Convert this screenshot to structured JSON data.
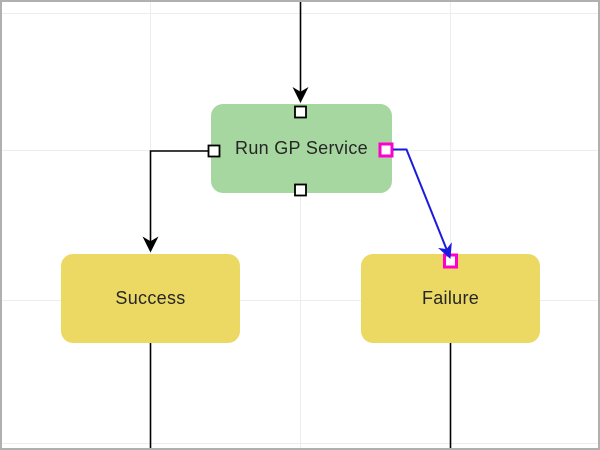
{
  "canvas": {
    "background_color": "#ffffff",
    "frame_border_color": "#b0b0b0",
    "grid_line_color": "#ededed"
  },
  "nodes": {
    "run_gp_service": {
      "label": "Run GP Service",
      "fill": "#a7d7a0",
      "text_color": "#262626"
    },
    "success": {
      "label": "Success",
      "fill": "#ecd964",
      "text_color": "#262626"
    },
    "failure": {
      "label": "Failure",
      "fill": "#ecd964",
      "text_color": "#262626"
    }
  },
  "connectors": {
    "default_color": "#000000",
    "selected_color": "#1b1be0"
  },
  "handles": {
    "fill": "#ffffff",
    "default_border_color": "#000000",
    "selected_border_color": "#ff00cc"
  }
}
